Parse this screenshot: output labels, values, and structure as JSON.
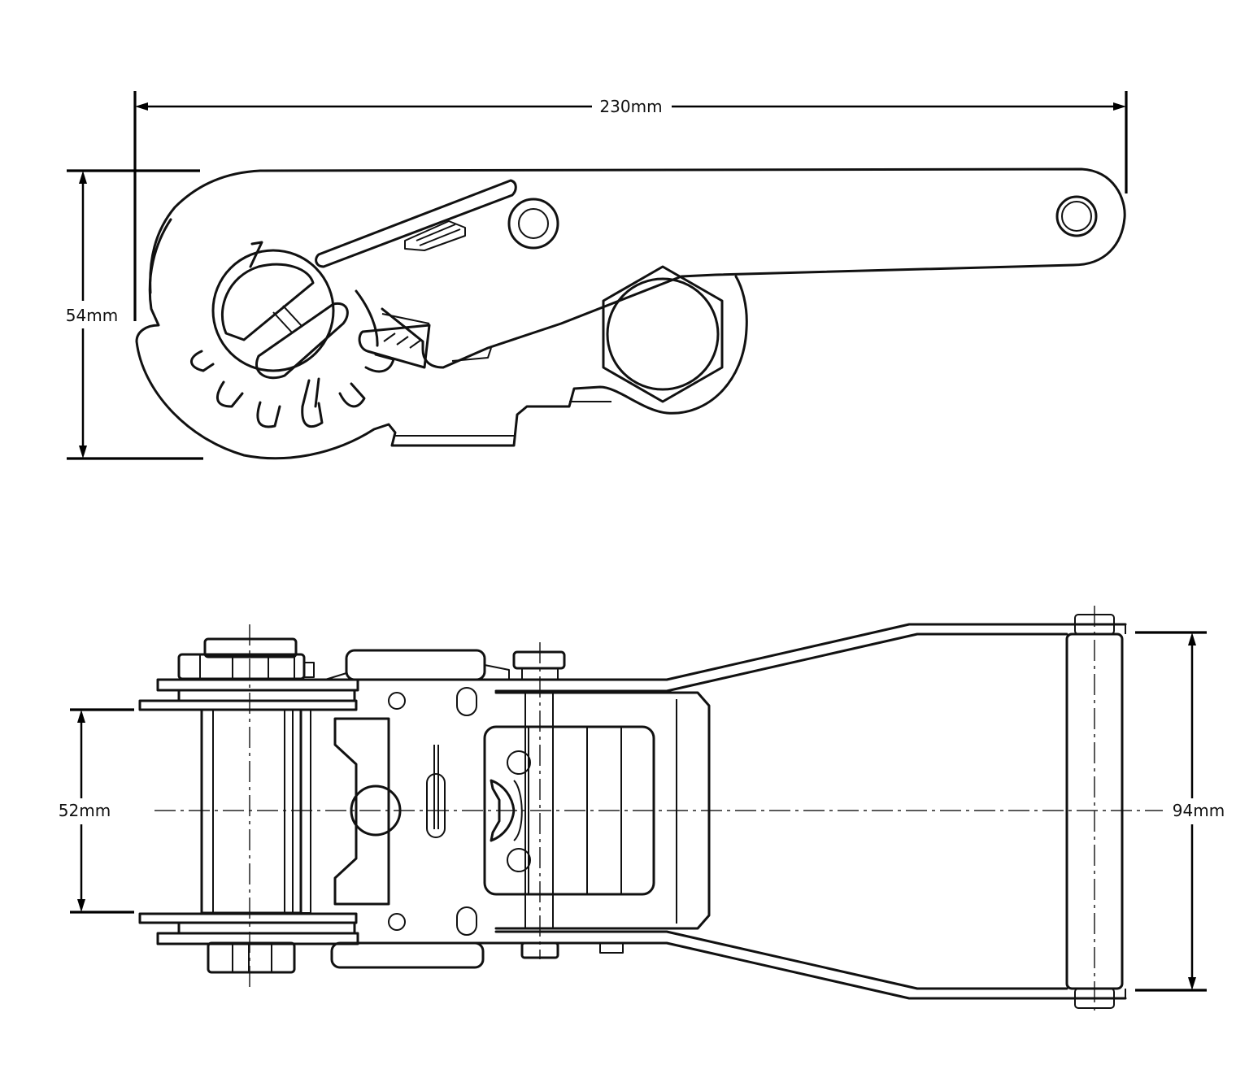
{
  "dimensions": {
    "overall_length": "230mm",
    "side_height": "54mm",
    "webbing_width": "52mm",
    "handle_width": "94mm"
  },
  "colors": {
    "line": "#111111",
    "background": "#ffffff"
  }
}
